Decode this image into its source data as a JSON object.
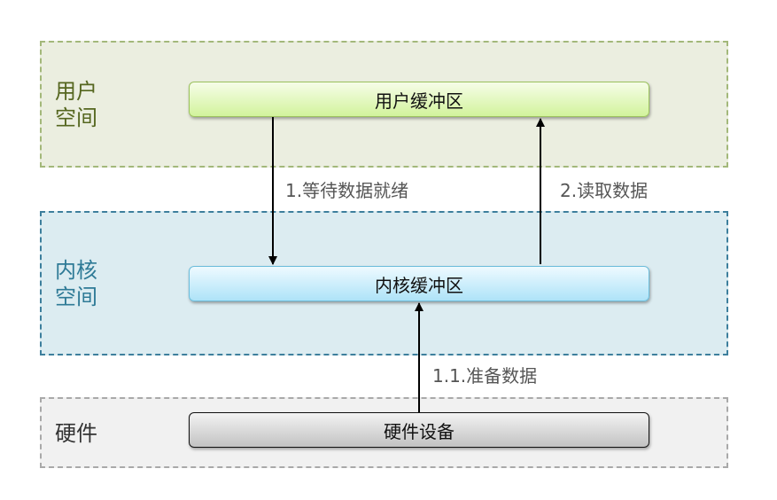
{
  "zones": {
    "user": {
      "label": "用户\n空间"
    },
    "kernel": {
      "label": "内核\n空间"
    },
    "hardware": {
      "label": "硬件"
    }
  },
  "boxes": {
    "user_buffer": "用户缓冲区",
    "kernel_buffer": "内核缓冲区",
    "hardware_device": "硬件设备"
  },
  "steps": {
    "wait_for_data": "1.等待数据就绪",
    "read_data": "2.读取数据",
    "prepare_data": "1.1.准备数据"
  },
  "colors": {
    "user_zone": "#ebeee0",
    "kernel_zone": "#dcecf1",
    "hardware_zone": "#f1f1f1",
    "arrow": "#000000"
  }
}
